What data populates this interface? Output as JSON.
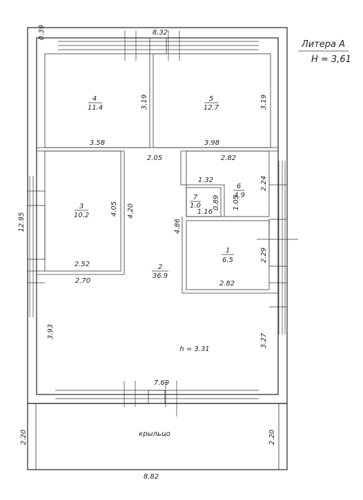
{
  "title": {
    "litera": "Литера А",
    "height": "H = 3,61"
  },
  "rooms": [
    {
      "number": "1",
      "area": "6.5"
    },
    {
      "number": "2",
      "area": "36.9"
    },
    {
      "number": "3",
      "area": "10.2"
    },
    {
      "number": "4",
      "area": "11.4"
    },
    {
      "number": "5",
      "area": "12.7"
    },
    {
      "number": "6",
      "area": "4.9"
    },
    {
      "number": "7",
      "area": "1.0"
    }
  ],
  "porch_label": "крыльцо",
  "inner_height": "h = 3.31",
  "dimensions": {
    "top_wall": "0.39",
    "top_length": "8.32",
    "bottom_length": "7.69",
    "porch_length": "8.82",
    "left_height": "12.95",
    "porch_left": "2.20",
    "porch_right": "2.20",
    "r4_width": "3.58",
    "r4_height": "3.19",
    "r5_width": "3.98",
    "r5_height": "3.19",
    "corridor": "2.05",
    "r6_width": "2.82",
    "r6_height": "2.24",
    "r6_inner": "1.32",
    "r6_small": "1.05",
    "r7_width": "1.16",
    "r7_height": "0.89",
    "r3_height": "4.05",
    "r3_width": "2.52",
    "r3_outer": "2.70",
    "r2_wall": "4.20",
    "r2_height": "4.86",
    "r1_height": "2.29",
    "r1_width": "2.82",
    "left_lower": "3.93",
    "right_lower": "3.27"
  }
}
